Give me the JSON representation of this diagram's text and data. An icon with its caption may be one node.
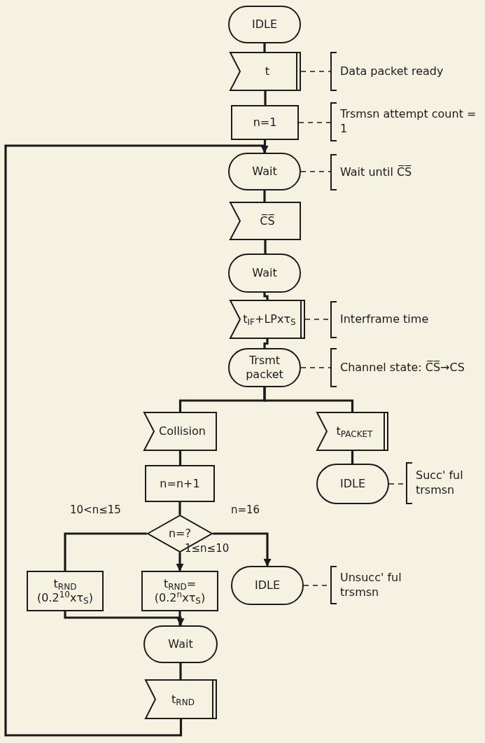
{
  "diagram": {
    "nodes": [
      {
        "text": [
          "IDLE"
        ]
      },
      {
        "text": [
          "t"
        ]
      },
      {
        "text": [
          "n=1"
        ]
      },
      {
        "text": [
          "Wait"
        ]
      },
      {
        "text": [
          "C̅S̅"
        ]
      },
      {
        "text": [
          "Wait"
        ]
      },
      {
        "text": [
          "t$_{IF}$+LPxτ$_{S}$"
        ]
      },
      {
        "text": [
          "Trsmt packet"
        ]
      },
      {
        "text": [
          "Collision"
        ]
      },
      {
        "text": [
          "t$_{PACKET}$"
        ]
      },
      {
        "text": [
          "n=n+1"
        ]
      },
      {
        "text": [
          "n=?"
        ]
      },
      {
        "text": [
          "t$_{RND}$",
          "(0.2$^{10}$xτ$_{S}$)"
        ]
      },
      {
        "text": [
          "t$_{RND}$=",
          "(0.2$^{n}$xτ$_{S}$)"
        ]
      },
      {
        "text": [
          "IDLE"
        ]
      },
      {
        "text": [
          "IDLE"
        ]
      },
      {
        "text": [
          "Wait"
        ]
      },
      {
        "text": [
          "t$_{RND}$"
        ]
      },
      {
        "text": [
          "Data packet ready"
        ]
      },
      {
        "text": [
          "Trsmsn attempt count = 1"
        ]
      },
      {
        "text": [
          "Wait until C̅S̅"
        ]
      },
      {
        "text": [
          "Interframe time"
        ]
      },
      {
        "text": [
          "Channel state: C̅S̅→CS"
        ]
      },
      {
        "text": [
          "Succ' ful trsmsn"
        ]
      },
      {
        "text": [
          "Unsucc' ful trsmsn"
        ]
      }
    ],
    "edges": [
      {
        "from": 0,
        "to": 1,
        "arrow": "none"
      },
      {
        "from": 1,
        "to": 2,
        "arrow": "none"
      },
      {
        "from": 2,
        "to": 3,
        "arrow": "none"
      },
      {
        "from": 3,
        "to": 4,
        "arrow": "none"
      },
      {
        "from": 4,
        "to": 5,
        "arrow": "none"
      },
      {
        "from": 5,
        "to": 6,
        "arrow": "none"
      },
      {
        "from": 6,
        "to": 7,
        "arrow": "none"
      },
      {
        "from": 7,
        "to": 8,
        "arrow": "none"
      },
      {
        "from": 7,
        "to": 9,
        "arrow": "none"
      },
      {
        "from": 8,
        "to": 10,
        "arrow": "none"
      },
      {
        "from": 10,
        "to": 11,
        "arrow": "none"
      },
      {
        "from": 11,
        "to": 12,
        "arrow": "none",
        "label": "10<n≤15"
      },
      {
        "from": 11,
        "to": 13,
        "arrow": "to",
        "label": "1≤n≤10"
      },
      {
        "from": 11,
        "to": 14,
        "arrow": "to",
        "label": "n=16"
      },
      {
        "from": 12,
        "to": 16,
        "arrow": "to"
      },
      {
        "from": 13,
        "to": 16,
        "arrow": "none"
      },
      {
        "from": 16,
        "to": 17,
        "arrow": "none"
      },
      {
        "from": 17,
        "to": 3,
        "arrow": "to"
      },
      {
        "from": 9,
        "to": 15,
        "arrow": "none"
      },
      {
        "from": 1,
        "to": 18,
        "arrow": "none",
        "style": "dashed"
      },
      {
        "from": 2,
        "to": 19,
        "arrow": "none",
        "style": "dashed"
      },
      {
        "from": 3,
        "to": 20,
        "arrow": "none",
        "style": "dashed"
      },
      {
        "from": 6,
        "to": 21,
        "arrow": "none",
        "style": "dashed"
      },
      {
        "from": 7,
        "to": 22,
        "arrow": "none",
        "style": "dashed"
      },
      {
        "from": 15,
        "to": 23,
        "arrow": "none",
        "style": "dashed"
      },
      {
        "from": 14,
        "to": 24,
        "arrow": "none",
        "style": "dashed"
      }
    ]
  }
}
